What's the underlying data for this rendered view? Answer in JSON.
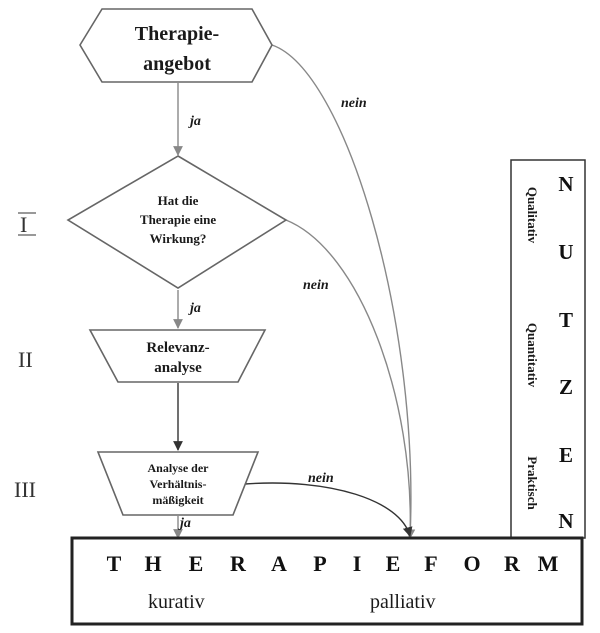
{
  "levels": [
    "I",
    "II",
    "III"
  ],
  "nodes": {
    "start": {
      "lines": [
        "Therapie-",
        "angebot"
      ]
    },
    "decision": {
      "lines": [
        "Hat die",
        "Therapie eine",
        "Wirkung?"
      ]
    },
    "relevance": {
      "lines": [
        "Relevanz-",
        "analyse"
      ]
    },
    "proportionality": {
      "lines": [
        "Analyse der",
        "Verhältnis-",
        "mäßigkeit"
      ]
    }
  },
  "edge_labels": {
    "yes": "ja",
    "no": "nein"
  },
  "nutzen": {
    "letters": [
      "N",
      "U",
      "T",
      "Z",
      "E",
      "N"
    ],
    "dimensions": [
      "Qualitativ",
      "Quantitativ",
      "Praktisch"
    ]
  },
  "therapieform": {
    "letters": [
      "T",
      "H",
      "E",
      "R",
      "A",
      "P",
      "I",
      "E",
      "F",
      "O",
      "R",
      "M"
    ],
    "types": [
      "kurativ",
      "palliativ"
    ]
  }
}
